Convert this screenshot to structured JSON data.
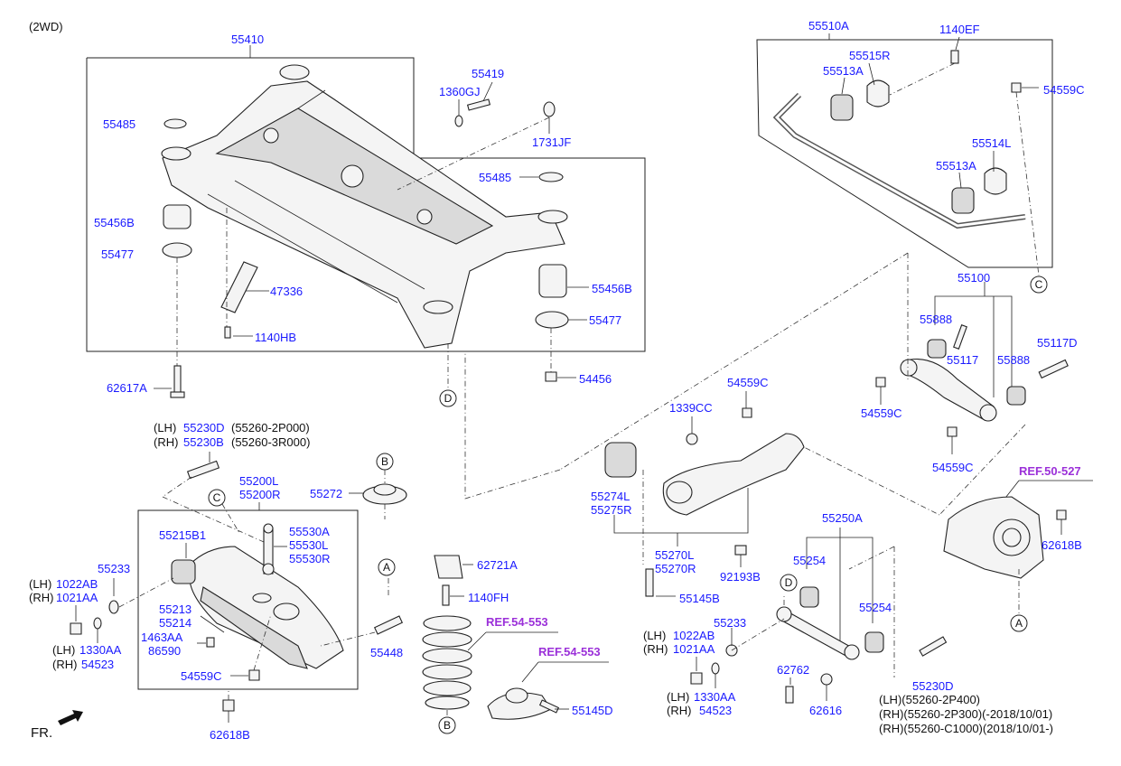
{
  "header": {
    "drive": "(2WD)"
  },
  "labels": {
    "l55410": "55410",
    "l55419": "55419",
    "l1360GJ": "1360GJ",
    "l1731JF": "1731JF",
    "l55485a": "55485",
    "l55485b": "55485",
    "l55456Ba": "55456B",
    "l55456Bb": "55456B",
    "l55477a": "55477",
    "l55477b": "55477",
    "l47336": "47336",
    "l1140HB": "1140HB",
    "l62617A": "62617A",
    "l54456": "54456",
    "l55510A": "55510A",
    "l1140EF": "1140EF",
    "l55515R": "55515R",
    "l55513Aa": "55513A",
    "l55513Ab": "55513A",
    "l54559Ca": "54559C",
    "l55514L": "55514L",
    "l55100": "55100",
    "l55888a": "55888",
    "l55888b": "55888",
    "l55117": "55117",
    "l55117D": "55117D",
    "l54559Cb": "54559C",
    "l54559Cc": "54559C",
    "l54559Cd": "54559C",
    "l54559Ce": "54559C",
    "l1339CC": "1339CC",
    "l55274L": "55274L",
    "l55275R": "55275R",
    "l55270L": "55270L",
    "l55270R": "55270R",
    "l92193B": "92193B",
    "l55145B": "55145B",
    "l55250A": "55250A",
    "l55254a": "55254",
    "l55254b": "55254",
    "l62618Ba": "62618B",
    "l62618Bb": "62618B",
    "l55233a": "55233",
    "l55233b": "55233",
    "l62762": "62762",
    "l62616": "62616",
    "l55230D": "55230D",
    "l55230D_lh": "(LH)(55260-2P400)",
    "l55230D_rh1": "(RH)(55260-2P300)(-2018/10/01)",
    "l55230D_rh2": "(RH)(55260-C1000)(2018/10/01-)",
    "l55230_lh_pre": "(LH)",
    "l55230D_top": "55230D",
    "l55230_lh_post": "(55260-2P000)",
    "l55230_rh_pre": "(RH)",
    "l55230B": "55230B",
    "l55230_rh_post": "(55260-3R000)",
    "l55200L": "55200L",
    "l55200R": "55200R",
    "l55272": "55272",
    "l55215B1": "55215B1",
    "l55530A": "55530A",
    "l55530L": "55530L",
    "l55530R": "55530R",
    "l55213": "55213",
    "l55214": "55214",
    "l1463AA": "1463AA",
    "l86590": "86590",
    "l55448": "55448",
    "l1022AB_pre": "(LH)",
    "l1022AB": "1022AB",
    "l1021AA_pre": "(RH)",
    "l1021AA": "1021AA",
    "l1330AA_pre": "(LH)",
    "l1330AA": "1330AA",
    "l54523_pre": "(RH)",
    "l54523": "54523",
    "l1022AB2_pre": "(LH)",
    "l1022AB2": "1022AB",
    "l1021AA2_pre": "(RH)",
    "l1021AA2": "1021AA",
    "l1330AA2_pre": "(LH)",
    "l1330AA2": "1330AA",
    "l54523b_pre": "(RH)",
    "l54523b": "54523",
    "l62721A": "62721A",
    "l1140FH": "1140FH",
    "l55145D": "55145D",
    "ref54a": "REF.54-553",
    "ref54b": "REF.54-553",
    "ref50": "REF.50-527",
    "fr": "FR."
  },
  "callouts": {
    "A": "A",
    "B": "B",
    "C": "C",
    "D": "D"
  }
}
